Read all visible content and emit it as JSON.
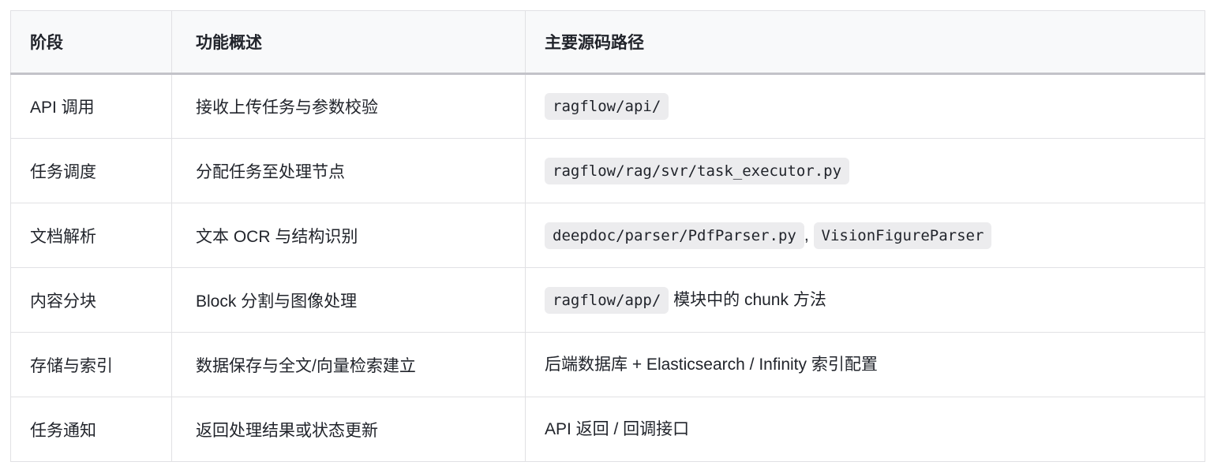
{
  "table": {
    "columns": [
      {
        "label": "阶段"
      },
      {
        "label": "功能概述"
      },
      {
        "label": "主要源码路径"
      }
    ],
    "rows": [
      {
        "stage": "API 调用",
        "summary": "接收上传任务与参数校验",
        "path": [
          {
            "type": "code",
            "text": "ragflow/api/"
          }
        ]
      },
      {
        "stage": "任务调度",
        "summary": "分配任务至处理节点",
        "path": [
          {
            "type": "code",
            "text": "ragflow/rag/svr/task_executor.py"
          }
        ]
      },
      {
        "stage": "文档解析",
        "summary": "文本 OCR 与结构识别",
        "path": [
          {
            "type": "code",
            "text": "deepdoc/parser/PdfParser.py"
          },
          {
            "type": "text",
            "text": ", "
          },
          {
            "type": "code",
            "text": "VisionFigureParser"
          }
        ]
      },
      {
        "stage": "内容分块",
        "summary": "Block 分割与图像处理",
        "path": [
          {
            "type": "code",
            "text": "ragflow/app/"
          },
          {
            "type": "text",
            "text": " 模块中的 chunk 方法"
          }
        ]
      },
      {
        "stage": "存储与索引",
        "summary": "数据保存与全文/向量检索建立",
        "path": [
          {
            "type": "text",
            "text": "后端数据库 + Elasticsearch / Infinity 索引配置"
          }
        ]
      },
      {
        "stage": "任务通知",
        "summary": "返回处理结果或状态更新",
        "path": [
          {
            "type": "text",
            "text": "API 返回 / 回调接口"
          }
        ]
      }
    ],
    "colors": {
      "header_bg": "#f8f9fa",
      "cell_border": "#e1e1e4",
      "header_bottom_border": "#c3c3c9",
      "code_pill_bg": "#ececee",
      "text": "#21242b",
      "page_bg": "#ffffff"
    }
  }
}
